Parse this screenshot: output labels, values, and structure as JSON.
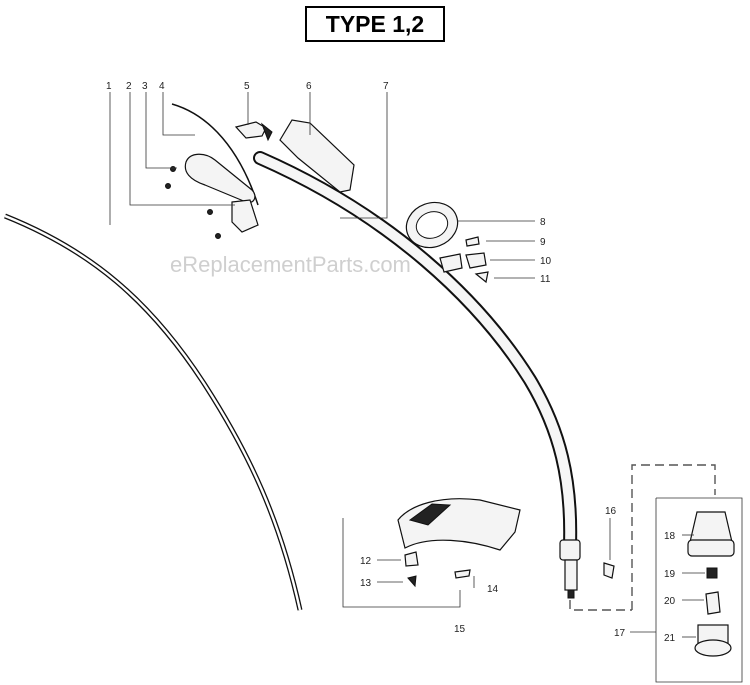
{
  "title": "TYPE 1,2",
  "watermark": "eReplacementParts.com",
  "labels": [
    "1",
    "2",
    "3",
    "4",
    "5",
    "6",
    "7",
    "8",
    "9",
    "10",
    "11",
    "12",
    "13",
    "14",
    "15",
    "16",
    "17",
    "18",
    "19",
    "20",
    "21"
  ]
}
